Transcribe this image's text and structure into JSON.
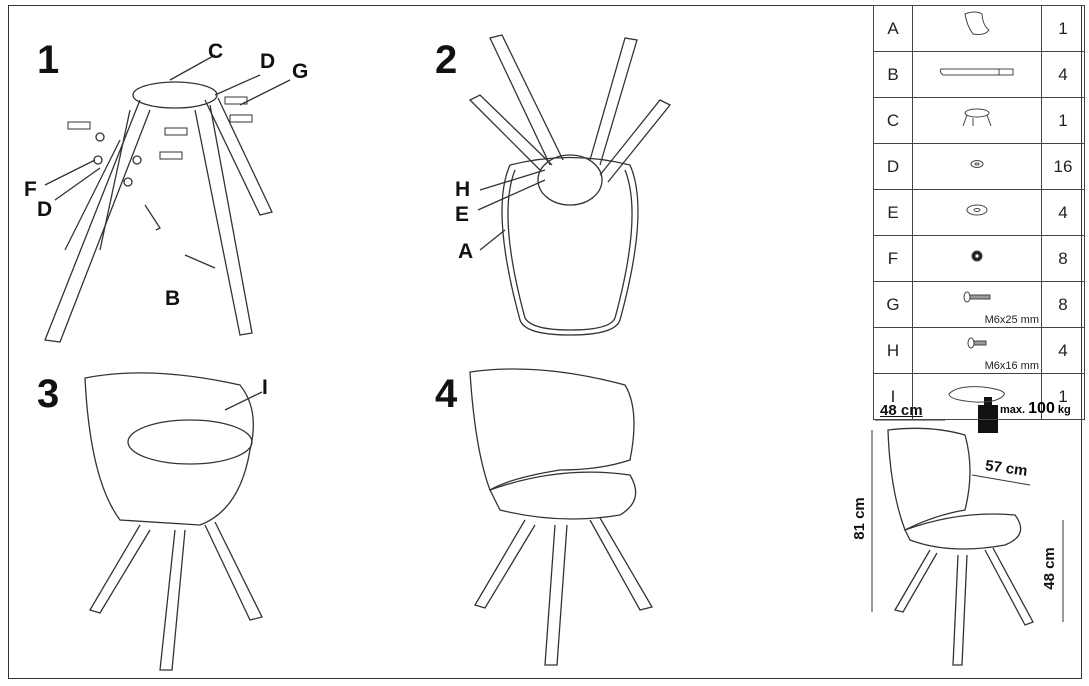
{
  "steps": [
    "1",
    "2",
    "3",
    "4"
  ],
  "callouts": {
    "step1": [
      "C",
      "D",
      "G",
      "F",
      "D",
      "B"
    ],
    "step2": [
      "H",
      "E",
      "A"
    ],
    "step3": [
      "I"
    ]
  },
  "parts": [
    {
      "letter": "A",
      "qty": "1",
      "icon": "seat-shell-icon"
    },
    {
      "letter": "B",
      "qty": "4",
      "icon": "leg-icon"
    },
    {
      "letter": "C",
      "qty": "1",
      "icon": "leg-bracket-icon"
    },
    {
      "letter": "D",
      "qty": "16",
      "icon": "small-washer-icon"
    },
    {
      "letter": "E",
      "qty": "4",
      "icon": "large-washer-icon"
    },
    {
      "letter": "F",
      "qty": "8",
      "icon": "nut-icon"
    },
    {
      "letter": "G",
      "qty": "8",
      "icon": "long-bolt-icon",
      "spec": "M6x25 mm"
    },
    {
      "letter": "H",
      "qty": "4",
      "icon": "short-bolt-icon",
      "spec": "M6x16 mm"
    },
    {
      "letter": "I",
      "qty": "1",
      "icon": "cushion-icon"
    }
  ],
  "dimensions": {
    "width": "48 cm",
    "depth": "57 cm",
    "height": "81 cm",
    "seat_height": "48 cm"
  },
  "max_load": {
    "prefix": "max.",
    "value": "100",
    "unit": "kg"
  }
}
